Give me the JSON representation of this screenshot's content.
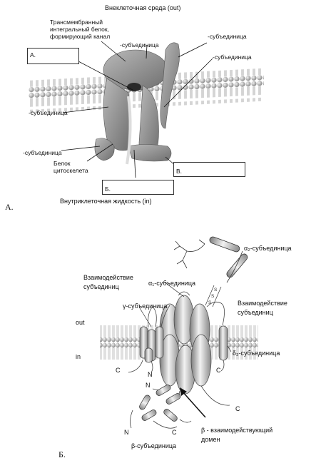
{
  "panel_a": {
    "letter": "А.",
    "top_label": "Внеклеточная среда (out)",
    "protein_label": [
      "Трансмембранный",
      "интегральный белок,",
      "формирующий канал"
    ],
    "subunit_label": "-субъединица",
    "cytoskeleton_label": [
      "Белок",
      "цитоскелета"
    ],
    "bottom_label": "Внутриклеточная жидкость (in)",
    "box_a": "А.",
    "box_b": "Б.",
    "box_v": "В."
  },
  "panel_b": {
    "letter": "Б.",
    "alpha2_label": "α₂-субъединица",
    "alpha1_label": "α₁-субъединица",
    "interaction_label": [
      "Взаимодействие",
      "субъединиц"
    ],
    "gamma_label": "γ-субъединица",
    "delta2_label": "δ₂-субъединица",
    "out_label": "out",
    "in_label": "in",
    "c_label": "C",
    "n_label": "N",
    "beta_label": "β-субъединица",
    "beta_domain_label": [
      "β - взаимодействующий",
      "домен"
    ],
    "s_label": "S"
  },
  "colors": {
    "protein": "#8a8a8a",
    "protein_light": "#bdbdbd",
    "membrane": "#9e9e9e"
  }
}
